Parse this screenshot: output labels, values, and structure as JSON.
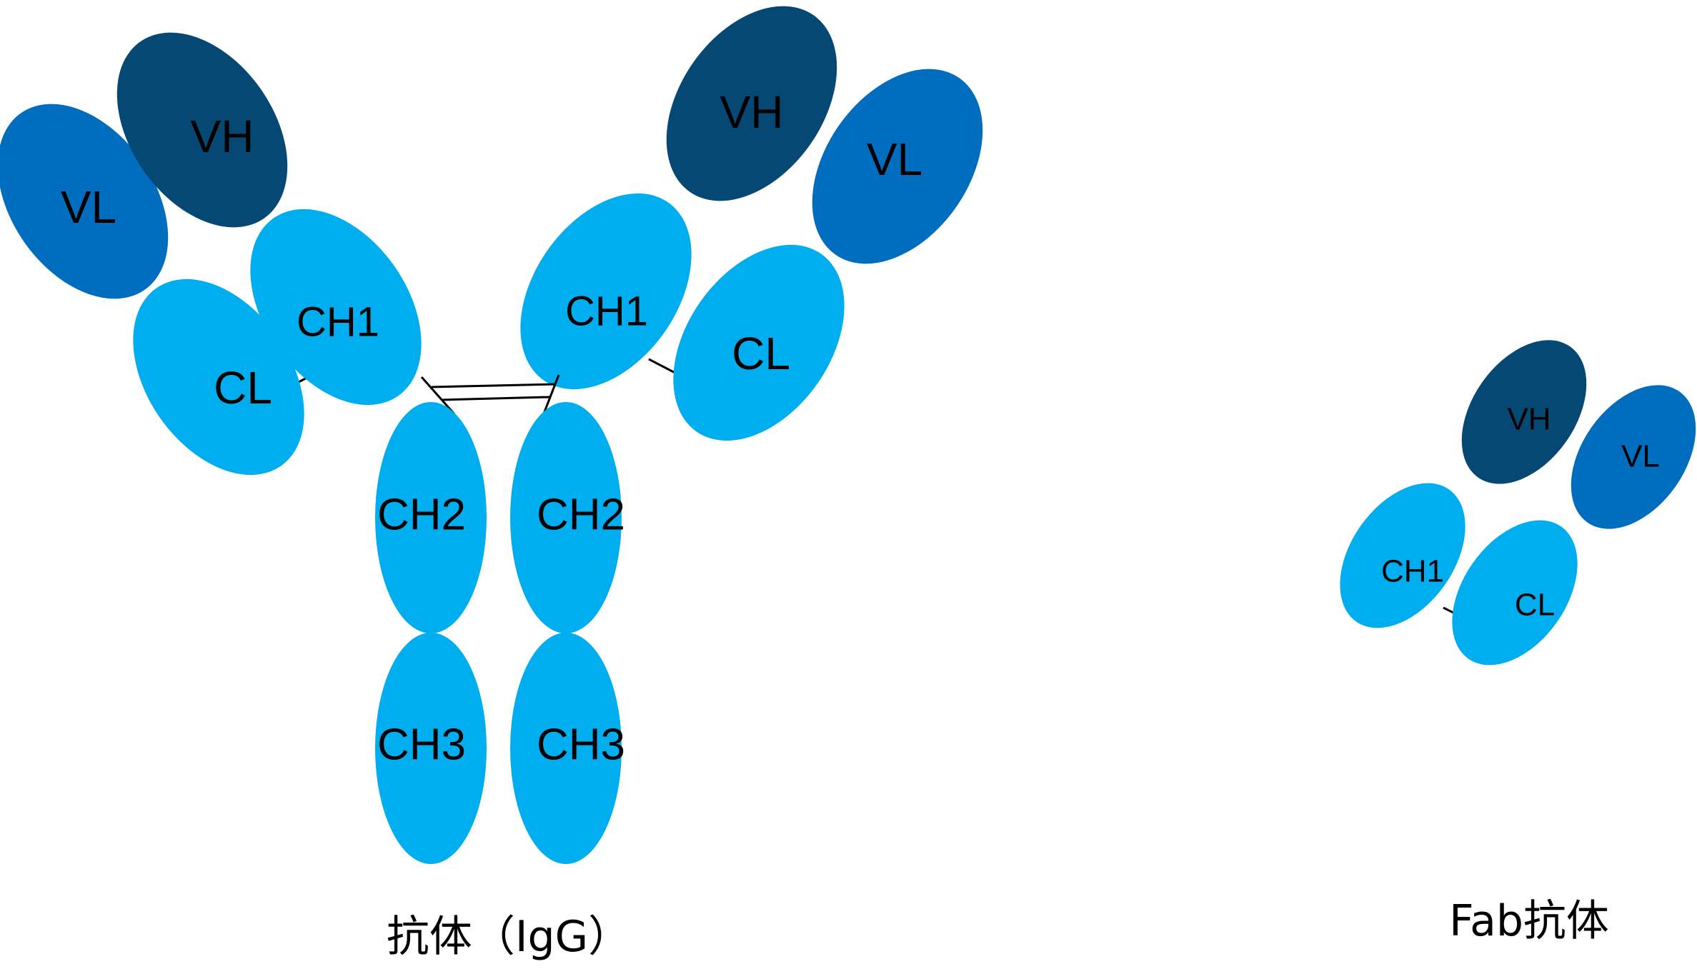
{
  "colors": {
    "vh": "#064874",
    "vl": "#006DBF",
    "constant": "#00AEEF",
    "line": "#000000",
    "background": "#FFFFFF"
  },
  "igg": {
    "caption": "抗体（IgG）",
    "left_arm": {
      "vl": "VL",
      "vh": "VH",
      "cl": "CL",
      "ch1": "CH1"
    },
    "right_arm": {
      "vh": "VH",
      "vl": "VL",
      "ch1": "CH1",
      "cl": "CL"
    },
    "fc": {
      "left_ch2": "CH2",
      "right_ch2": "CH2",
      "left_ch3": "CH3",
      "right_ch3": "CH3"
    }
  },
  "fab": {
    "caption": "Fab抗体",
    "vh": "VH",
    "vl": "VL",
    "ch1": "CH1",
    "cl": "CL"
  }
}
